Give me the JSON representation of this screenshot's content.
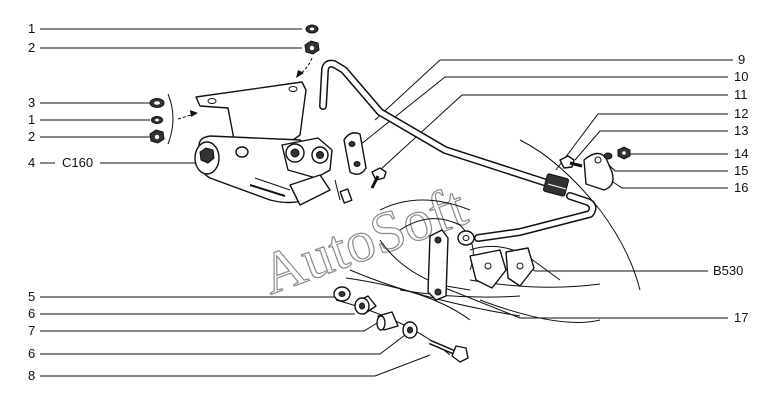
{
  "callouts_left": [
    {
      "id": "1a",
      "text": "1"
    },
    {
      "id": "2a",
      "text": "2"
    },
    {
      "id": "3",
      "text": "3"
    },
    {
      "id": "1b",
      "text": "1"
    },
    {
      "id": "2b",
      "text": "2"
    },
    {
      "id": "4",
      "text": "4"
    },
    {
      "id": "5",
      "text": "5"
    },
    {
      "id": "6a",
      "text": "6"
    },
    {
      "id": "7",
      "text": "7"
    },
    {
      "id": "6b",
      "text": "6"
    },
    {
      "id": "8",
      "text": "8"
    }
  ],
  "callouts_right": [
    {
      "id": "9",
      "text": "9"
    },
    {
      "id": "10",
      "text": "10"
    },
    {
      "id": "11",
      "text": "11"
    },
    {
      "id": "12",
      "text": "12"
    },
    {
      "id": "13",
      "text": "13"
    },
    {
      "id": "14",
      "text": "14"
    },
    {
      "id": "15",
      "text": "15"
    },
    {
      "id": "16",
      "text": "16"
    },
    {
      "id": "17",
      "text": "17"
    }
  ],
  "codes": {
    "c160": "C160",
    "b530": "B530"
  },
  "watermark": "AutoSoft"
}
